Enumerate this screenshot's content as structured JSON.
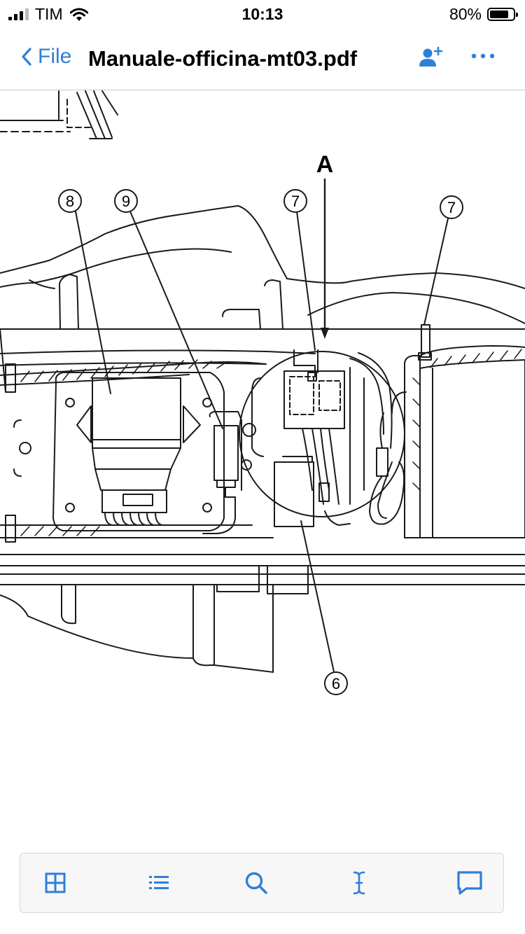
{
  "status_bar": {
    "carrier": "TIM",
    "time": "10:13",
    "battery_percent": "80%",
    "battery_level": 0.8,
    "signal_icon": "cellular-signal-icon",
    "wifi_icon": "wifi-icon"
  },
  "nav": {
    "back_label": "File",
    "title": "Manuale-officina-mt03.pdf",
    "share_icon": "add-person-icon",
    "more_icon": "ellipsis-icon"
  },
  "drawing": {
    "detail_label": "A",
    "callouts": [
      "8",
      "9",
      "7",
      "7",
      "6"
    ]
  },
  "toolbar": {
    "items": [
      {
        "icon": "grid-icon"
      },
      {
        "icon": "list-icon"
      },
      {
        "icon": "search-icon"
      },
      {
        "icon": "text-cursor-icon"
      },
      {
        "icon": "comment-icon"
      }
    ]
  },
  "colors": {
    "accent": "#2f7fd8",
    "line_art": "#1a1a1a"
  }
}
